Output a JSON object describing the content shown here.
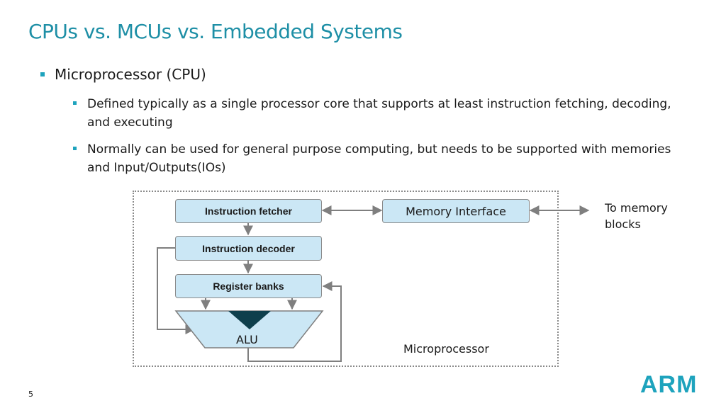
{
  "slide": {
    "title": "CPUs vs. MCUs vs. Embedded Systems",
    "page_number": "5",
    "logo_text": "ARM"
  },
  "bullets": {
    "level1": "Microprocessor (CPU)",
    "sub1": "Defined typically as a single processor core that supports at least instruction fetching, decoding, and executing",
    "sub2": "Normally can be used for general purpose computing, but needs to be supported with memories and Input/Outputs(IOs)"
  },
  "diagram": {
    "instruction_fetcher": "Instruction fetcher",
    "instruction_decoder": "Instruction decoder",
    "register_banks": "Register banks",
    "memory_interface": "Memory Interface",
    "alu": "ALU",
    "microprocessor_label": "Microprocessor",
    "to_memory_line1": "To memory",
    "to_memory_line2": "blocks"
  },
  "colors": {
    "title": "#1e8fa6",
    "bullet": "#1ea3bd",
    "box_fill": "#cbe7f5",
    "alu_notch": "#0e3f4c",
    "logo": "#1ea3bd"
  }
}
